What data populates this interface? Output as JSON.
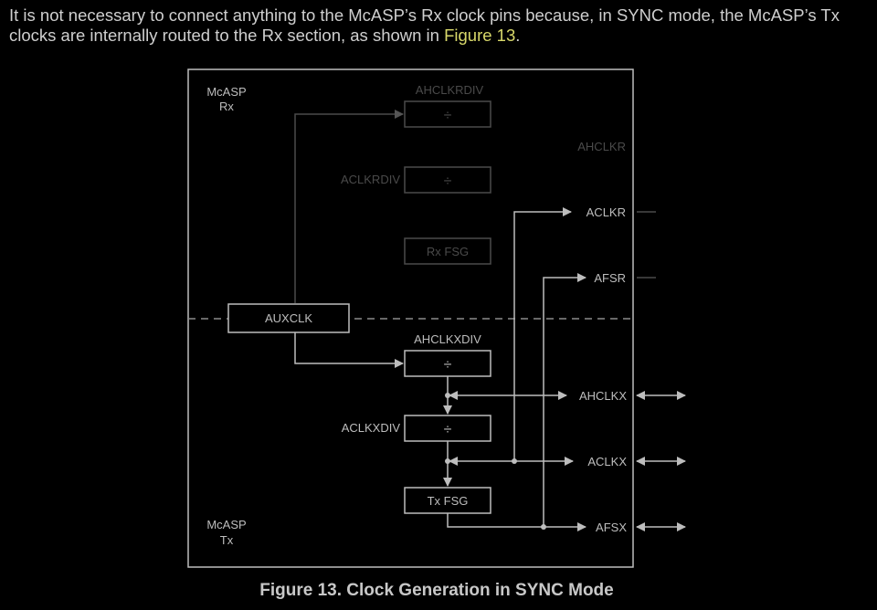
{
  "intro": {
    "text": "It is not necessary to connect anything to the McASP’s Rx clock pins because, in SYNC mode, the McASP’s Tx clocks are internally routed to the Rx section, as shown in ",
    "link": "Figure 13",
    "end": "."
  },
  "diagram": {
    "rx_section": [
      "McASP",
      "Rx"
    ],
    "tx_section": [
      "McASP",
      "Tx"
    ],
    "ahclkrdiv_label": "AHCLKRDIV",
    "aclkrdiv_label": "ACLKRDIV",
    "divider_symbol": "÷",
    "rx_fsg": "Rx FSG",
    "auxclk": "AUXCLK",
    "ahclkxdiv_label": "AHCLKXDIV",
    "aclkxdiv_label": "ACLKXDIV",
    "tx_fsg": "Tx FSG",
    "pins": {
      "ahclkr": "AHCLKR",
      "aclkr": "ACLKR",
      "afsr": "AFSR",
      "ahclkx": "AHCLKX",
      "aclkx": "ACLKX",
      "afsx": "AFSX"
    }
  },
  "caption": "Figure 13. Clock Generation in SYNC Mode",
  "colors": {
    "active": "#bdbdbd",
    "inactive": "#4a4a4a",
    "link": "#d8d86a"
  }
}
